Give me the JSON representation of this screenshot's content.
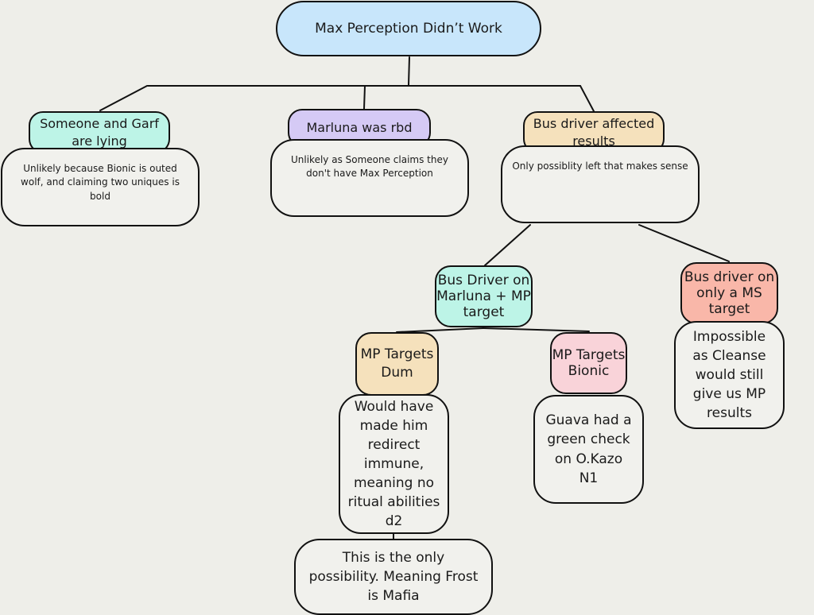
{
  "diagram": {
    "root": {
      "label": "Max Perception Didn’t Work"
    },
    "branches": [
      {
        "label": "Someone and Garf are lying",
        "note": "Unlikely because Bionic is outed wolf, and claiming two uniques is bold",
        "color": "#bdf4e7"
      },
      {
        "label": "Marluna was rbd",
        "note": "Unlikely as Someone claims they don't have Max Perception",
        "color": "#d5caf5"
      },
      {
        "label": "Bus driver affected results",
        "note": "Only possiblity left that makes sense",
        "color": "#f5e1bc"
      }
    ],
    "sub_branches": [
      {
        "label": "Bus Driver on Marluna + MP target",
        "color": "#bdf4e7"
      },
      {
        "label": "Bus driver on only a MS target",
        "note": "Impossible as Cleanse would still give us MP results",
        "color": "#f9b7a9"
      }
    ],
    "leaves": [
      {
        "label": "MP Targets Dum",
        "note": "Would have made him redirect immune, meaning no ritual abilities d2",
        "color": "#f5e1bc"
      },
      {
        "label": "MP Targets Bionic",
        "note": "Guava had a green check on O.Kazo N1",
        "color": "#f9d3d9"
      }
    ],
    "conclusion": {
      "label": "This is the only possibility. Meaning Frost is Mafia"
    }
  }
}
